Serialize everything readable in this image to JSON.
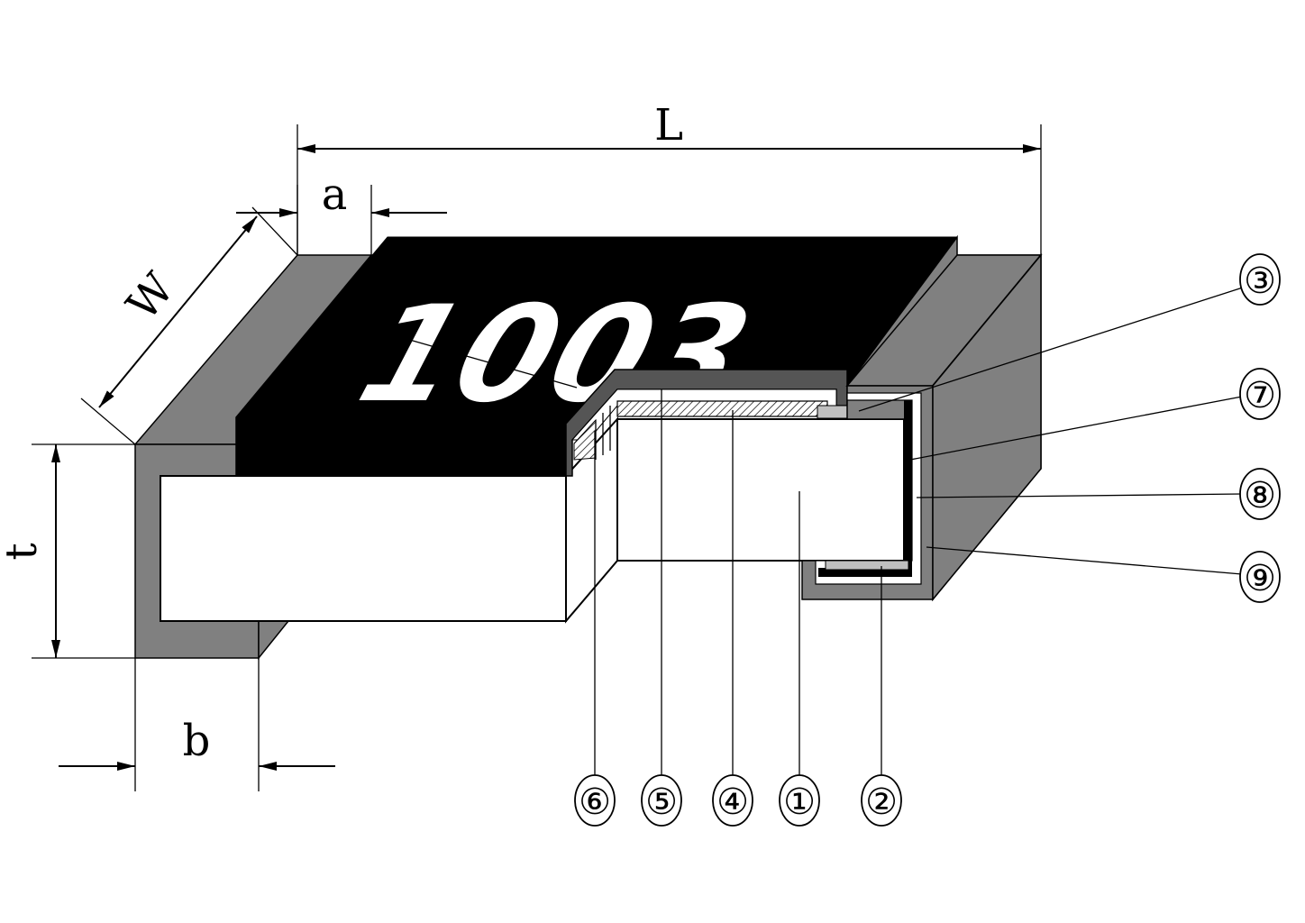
{
  "diagram": {
    "marking": "1003",
    "dimensions": {
      "length": "L",
      "width": "W",
      "thickness": "t",
      "top_electrode": "a",
      "bottom_electrode": "b"
    },
    "callouts": [
      "①",
      "②",
      "③",
      "④",
      "⑤",
      "⑥",
      "⑦",
      "⑧",
      "⑨"
    ],
    "colors": {
      "termination": "#808080",
      "protective_coat": "#000000",
      "substrate": "#ffffff",
      "edge_layer": "#555555",
      "outline": "#000000",
      "plating": "#c0c0c0"
    }
  }
}
